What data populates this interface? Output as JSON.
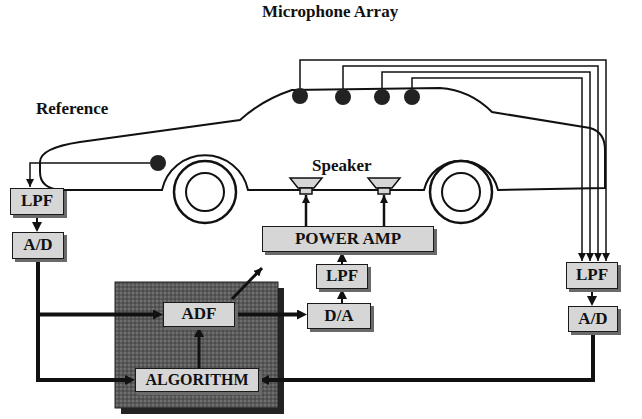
{
  "diagram": {
    "nodes": [
      {
        "text": [
          "LPF"
        ]
      },
      {
        "text": [
          "POWER AMP"
        ]
      },
      {
        "text": [
          "A/D"
        ]
      },
      {
        "text": [
          "LPF"
        ]
      },
      {
        "text": [
          "LPF"
        ]
      },
      {
        "text": [
          "ADF"
        ]
      },
      {
        "text": [
          "D/A"
        ]
      },
      {
        "text": [
          "A/D"
        ]
      },
      {
        "text": [
          "ALGORITHM"
        ]
      }
    ],
    "edges": [
      {
        "from": 0,
        "to": 2,
        "arrow": "to"
      },
      {
        "from": 3,
        "to": 1,
        "arrow": "to"
      },
      {
        "from": 4,
        "to": 7,
        "arrow": "to"
      },
      {
        "from": 2,
        "to": 5,
        "arrow": "to"
      },
      {
        "from": 2,
        "to": 8,
        "arrow": "to"
      },
      {
        "from": 5,
        "to": 6,
        "arrow": "to"
      },
      {
        "from": 8,
        "to": 5,
        "arrow": "to"
      },
      {
        "from": 6,
        "to": 3,
        "arrow": "to"
      },
      {
        "from": 7,
        "to": 8,
        "arrow": "to"
      }
    ],
    "labels": [
      "Microphone Array",
      "Reference",
      "Speaker"
    ]
  }
}
